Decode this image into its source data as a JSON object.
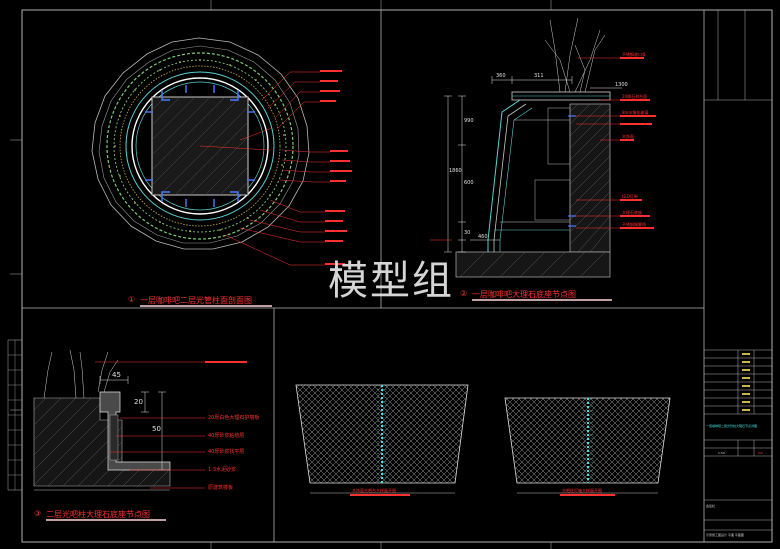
{
  "watermark": "模型组",
  "views": {
    "plan_title": "一层咖啡吧二层光管柱面剖面图",
    "plan_marker": "①",
    "elevation_title": "一层咖啡吧大理石底座节点图",
    "elevation_marker": "②",
    "detail_title": "二层光吧柱大理石底座节点图",
    "detail_marker": "③",
    "panel_left_title": "木饰面光吧台大样展开图",
    "panel_right_title": "光吧柱灯箱大样展开图"
  },
  "dimensions": {
    "elev_top": "360",
    "elev_mid": "311",
    "elev_right": "1300",
    "elev_v1": "990",
    "elev_v2": "1860",
    "elev_v3": "600",
    "elev_v4": "30",
    "elev_bottom": "460",
    "detail_45": "45",
    "detail_20": "20",
    "detail_50": "50"
  },
  "detail_annotations": [
    "20厚白色大理石护墙板",
    "40厚砂浆粘结层",
    "40厚砂浆找平层",
    "1:3水泥砂浆",
    "原建筑楼板"
  ],
  "elevation_annotations": [
    "不锈钢收口条",
    "20厚石材台面",
    "8mm钢化玻璃",
    "木饰面",
    "LED灯带",
    "大理石底座",
    "不锈钢踢脚线"
  ],
  "title_block": {
    "project": "一层咖啡吧二层光管柱大理石节点详图",
    "scale": "1:50",
    "sheet_no": "2/2",
    "footer": "示意施工图设计 平面 平面图",
    "stamp": "会签栏"
  }
}
